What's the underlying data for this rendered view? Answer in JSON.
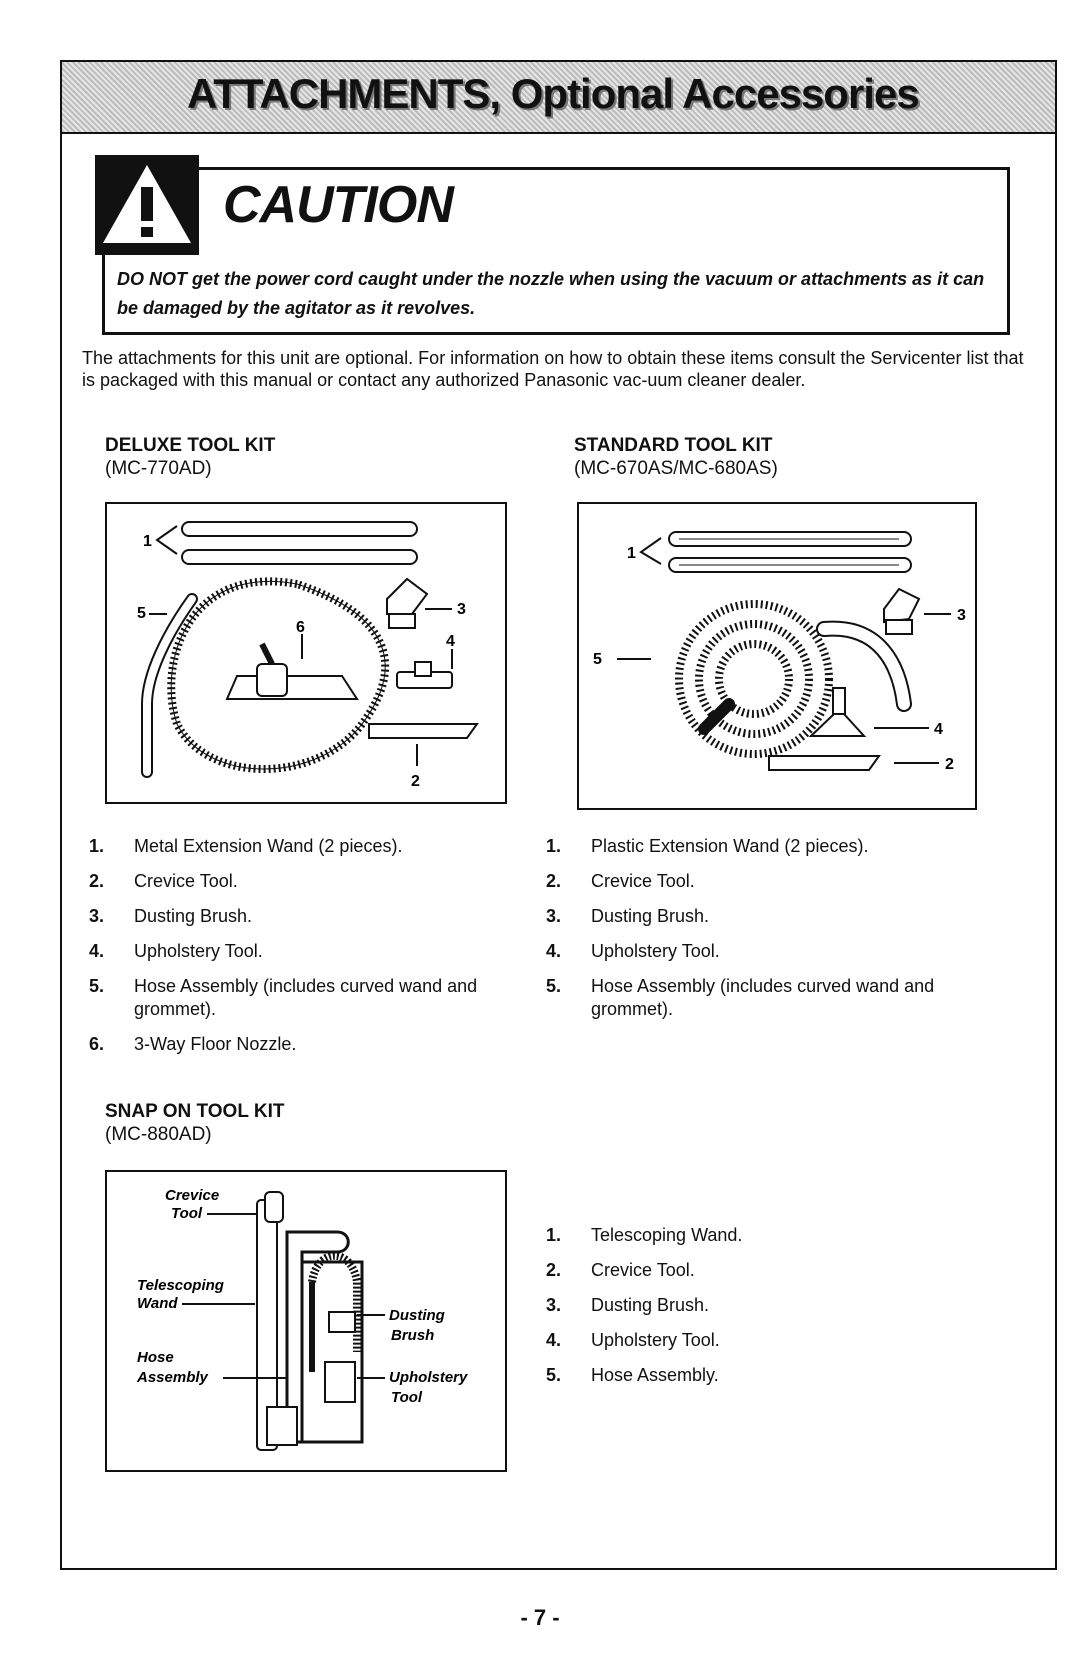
{
  "header": {
    "title": "ATTACHMENTS, Optional Accessories"
  },
  "caution": {
    "title": "CAUTION",
    "text": "DO NOT get the power cord caught under the nozzle when using the vacuum or attachments as it can be damaged by the agitator as it revolves."
  },
  "intro": "The attachments for this unit are optional. For information on how to obtain these items consult the Servicenter list that is packaged with this manual or contact any authorized Panasonic vac-uum cleaner dealer.",
  "deluxe": {
    "name": "DELUXE TOOL KIT",
    "model": "(MC-770AD)",
    "callouts": {
      "c1": "1",
      "c2": "2",
      "c3": "3",
      "c4": "4",
      "c5": "5",
      "c6": "6"
    },
    "items": [
      {
        "num": "1.",
        "text": "Metal Extension Wand (2 pieces)."
      },
      {
        "num": "2.",
        "text": "Crevice Tool."
      },
      {
        "num": "3.",
        "text": "Dusting Brush."
      },
      {
        "num": "4.",
        "text": "Upholstery Tool."
      },
      {
        "num": "5.",
        "text": "Hose Assembly (includes curved wand and grommet)."
      },
      {
        "num": "6.",
        "text": "3-Way Floor Nozzle."
      }
    ]
  },
  "standard": {
    "name": "STANDARD TOOL KIT",
    "model": "(MC-670AS/MC-680AS)",
    "callouts": {
      "c1": "1",
      "c2": "2",
      "c3": "3",
      "c4": "4",
      "c5": "5"
    },
    "items": [
      {
        "num": "1.",
        "text": "Plastic Extension Wand (2 pieces)."
      },
      {
        "num": "2.",
        "text": "Crevice Tool."
      },
      {
        "num": "3.",
        "text": "Dusting Brush."
      },
      {
        "num": "4.",
        "text": "Upholstery Tool."
      },
      {
        "num": "5.",
        "text": "Hose Assembly (includes curved wand and grommet)."
      }
    ]
  },
  "snapon": {
    "name": "SNAP ON TOOL KIT",
    "model": "(MC-880AD)",
    "labels": {
      "crevice_1": "Crevice",
      "crevice_2": "Tool",
      "tele_1": "Telescoping",
      "tele_2": "Wand",
      "hose_1": "Hose",
      "hose_2": "Assembly",
      "dust_1": "Dusting",
      "dust_2": "Brush",
      "uphol_1": "Upholstery",
      "uphol_2": "Tool"
    },
    "items": [
      {
        "num": "1.",
        "text": "Telescoping Wand."
      },
      {
        "num": "2.",
        "text": "Crevice Tool."
      },
      {
        "num": "3.",
        "text": "Dusting Brush."
      },
      {
        "num": "4.",
        "text": "Upholstery Tool."
      },
      {
        "num": "5.",
        "text": "Hose Assembly."
      }
    ]
  },
  "page_number": "- 7 -"
}
